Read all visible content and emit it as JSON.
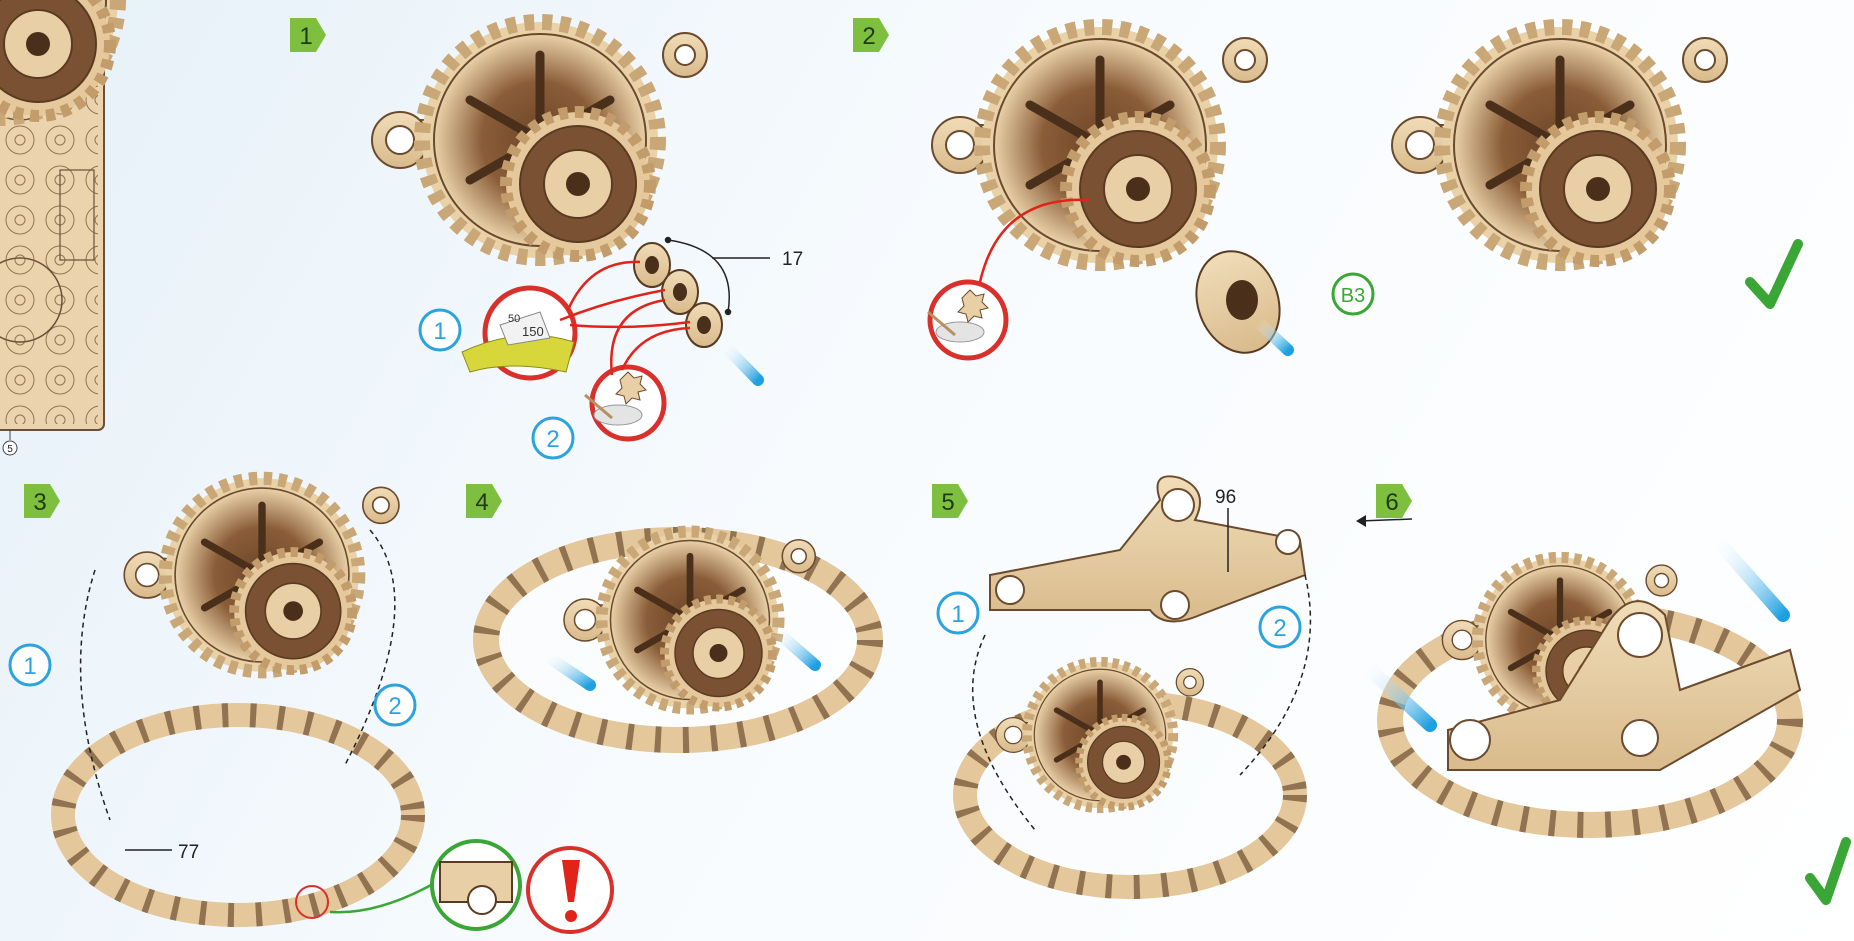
{
  "sheet": {
    "part_label": "5"
  },
  "steps": [
    {
      "number": "1"
    },
    {
      "number": "2"
    },
    {
      "number": "3"
    },
    {
      "number": "4"
    },
    {
      "number": "5"
    },
    {
      "number": "6"
    }
  ],
  "callouts": {
    "s1_glue_label": "1",
    "s1_lube_label": "2",
    "s3_left": "1",
    "s3_right": "2",
    "s5_left": "1",
    "s5_right": "2",
    "s2_part_badge": "B3"
  },
  "part_numbers": {
    "washers": "17",
    "base_ring": "77",
    "top_bracket": "96"
  },
  "sandpaper_grit": "150",
  "sandpaper_grit_partial": "50",
  "colors": {
    "step_badge": "#7fbf3f",
    "callout_blue": "#2aa3de",
    "glue_red": "#d9302b",
    "check_green": "#3aa635",
    "wood": "#e8cfa6",
    "wood_dark": "#5a3b22"
  }
}
